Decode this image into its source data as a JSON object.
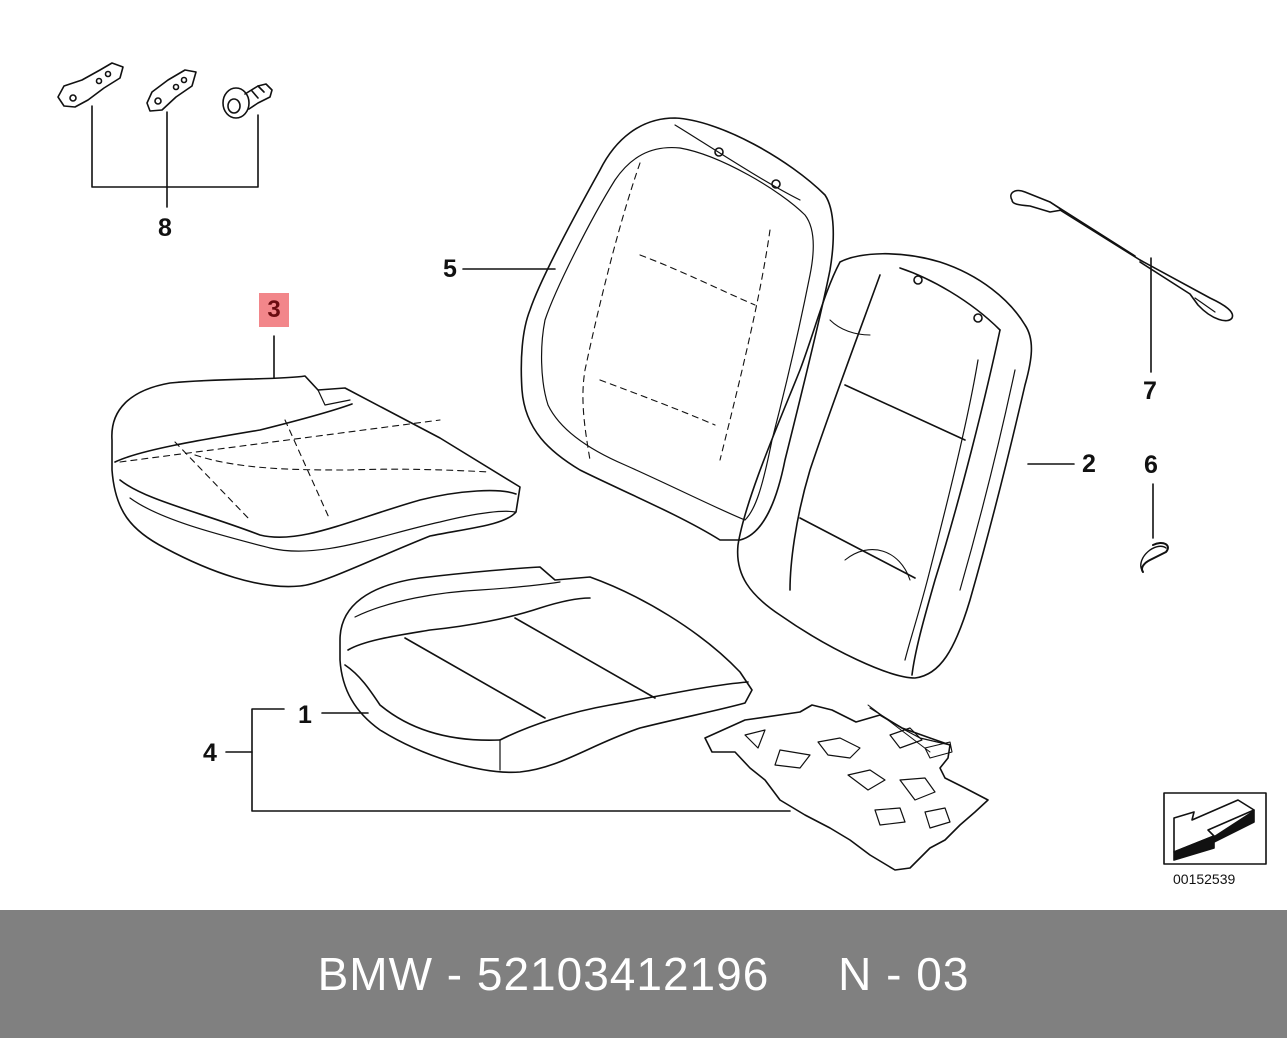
{
  "callouts": {
    "n1": "1",
    "n2": "2",
    "n3": "3",
    "n4": "4",
    "n5": "5",
    "n6": "6",
    "n7": "7",
    "n8": "8"
  },
  "highlight_color": "#f2868a",
  "diagram_code": "00152539",
  "footer": {
    "text": "BMW - 52103412196     N - 03"
  },
  "footer_color": "#808080"
}
